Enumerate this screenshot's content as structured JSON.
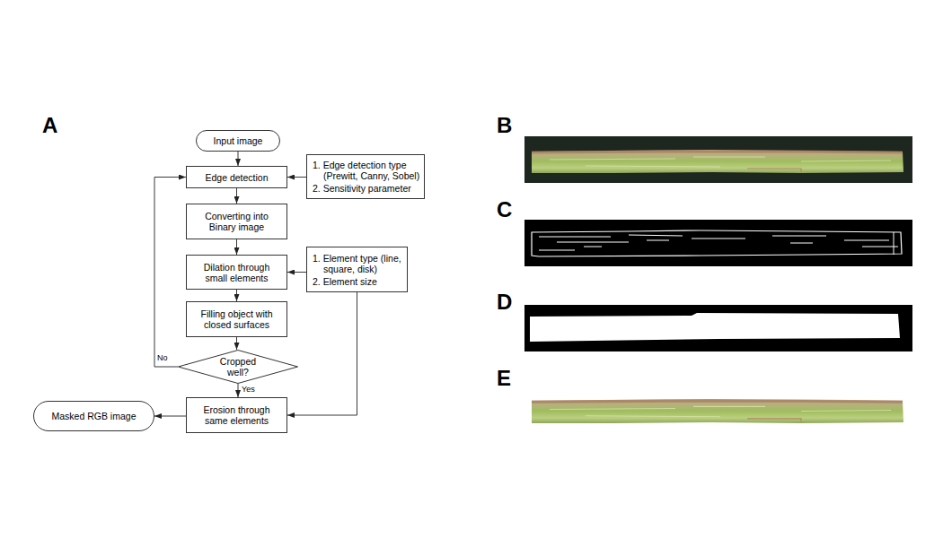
{
  "diagram": {
    "nodes": [
      {
        "text": [
          "Input image"
        ]
      },
      {
        "text": [
          "Edge detection"
        ]
      },
      {
        "text": [
          "1. Edge detection type (Prewitt, Canny, Sobel)",
          "2. Sensitivity parameter"
        ]
      },
      {
        "text": [
          "Converting into Binary image"
        ]
      },
      {
        "text": [
          "Dilation through small elements"
        ]
      },
      {
        "text": [
          "1. Element type (line, square, disk)",
          "2. Element size"
        ]
      },
      {
        "text": [
          "Filling object with closed surfaces"
        ]
      },
      {
        "text": [
          "Cropped well?"
        ]
      },
      {
        "text": [
          "Erosion through same elements"
        ]
      },
      {
        "text": [
          "Masked RGB image"
        ]
      }
    ],
    "edges": [
      {
        "from": 0,
        "to": 1,
        "arrow": "to"
      },
      {
        "from": 2,
        "to": 1,
        "arrow": "to"
      },
      {
        "from": 1,
        "to": 3,
        "arrow": "to"
      },
      {
        "from": 3,
        "to": 4,
        "arrow": "to"
      },
      {
        "from": 5,
        "to": 4,
        "arrow": "to"
      },
      {
        "from": 4,
        "to": 6,
        "arrow": "to"
      },
      {
        "from": 6,
        "to": 7,
        "arrow": "to"
      },
      {
        "from": 7,
        "to": 1,
        "label": "No",
        "arrow": "to"
      },
      {
        "from": 7,
        "to": 8,
        "label": "Yes",
        "arrow": "to"
      },
      {
        "from": 5,
        "to": 8,
        "arrow": "to"
      },
      {
        "from": 8,
        "to": 9,
        "arrow": "to"
      }
    ],
    "labels": [
      "A",
      "B",
      "C",
      "D",
      "E"
    ]
  }
}
